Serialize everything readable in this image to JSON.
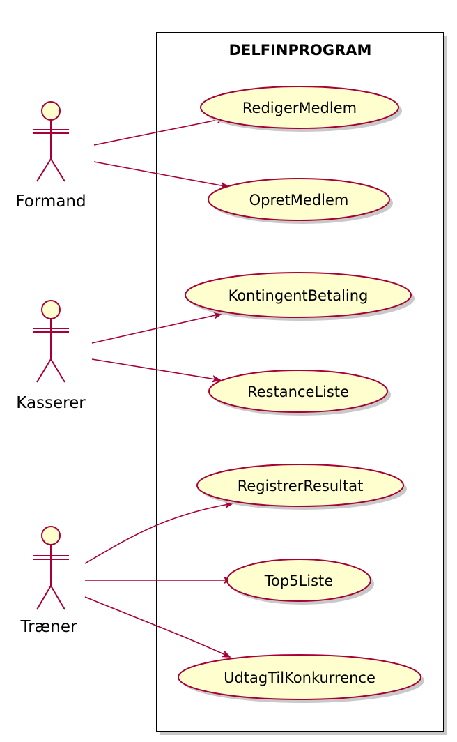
{
  "diagram": {
    "system_title": "DELFINPROGRAM",
    "actors": [
      {
        "id": "formand",
        "name": "Formand"
      },
      {
        "id": "kasserer",
        "name": "Kasserer"
      },
      {
        "id": "traener",
        "name": "Træner"
      }
    ],
    "use_cases": [
      {
        "id": "rediger",
        "name": "RedigerMedlem"
      },
      {
        "id": "opret",
        "name": "OpretMedlem"
      },
      {
        "id": "kontingent",
        "name": "KontingentBetaling"
      },
      {
        "id": "restance",
        "name": "RestanceListe"
      },
      {
        "id": "registrer",
        "name": "RegistrerResultat"
      },
      {
        "id": "top5",
        "name": "Top5Liste"
      },
      {
        "id": "udtag",
        "name": "UdtagTilKonkurrence"
      }
    ],
    "associations": [
      {
        "from": "formand",
        "to": "rediger"
      },
      {
        "from": "formand",
        "to": "opret"
      },
      {
        "from": "kasserer",
        "to": "kontingent"
      },
      {
        "from": "kasserer",
        "to": "restance"
      },
      {
        "from": "traener",
        "to": "registrer"
      },
      {
        "from": "traener",
        "to": "top5"
      },
      {
        "from": "traener",
        "to": "udtag"
      }
    ],
    "colors": {
      "use_case_fill": "#fefece",
      "line": "#a80036",
      "boundary": "#000000"
    }
  }
}
